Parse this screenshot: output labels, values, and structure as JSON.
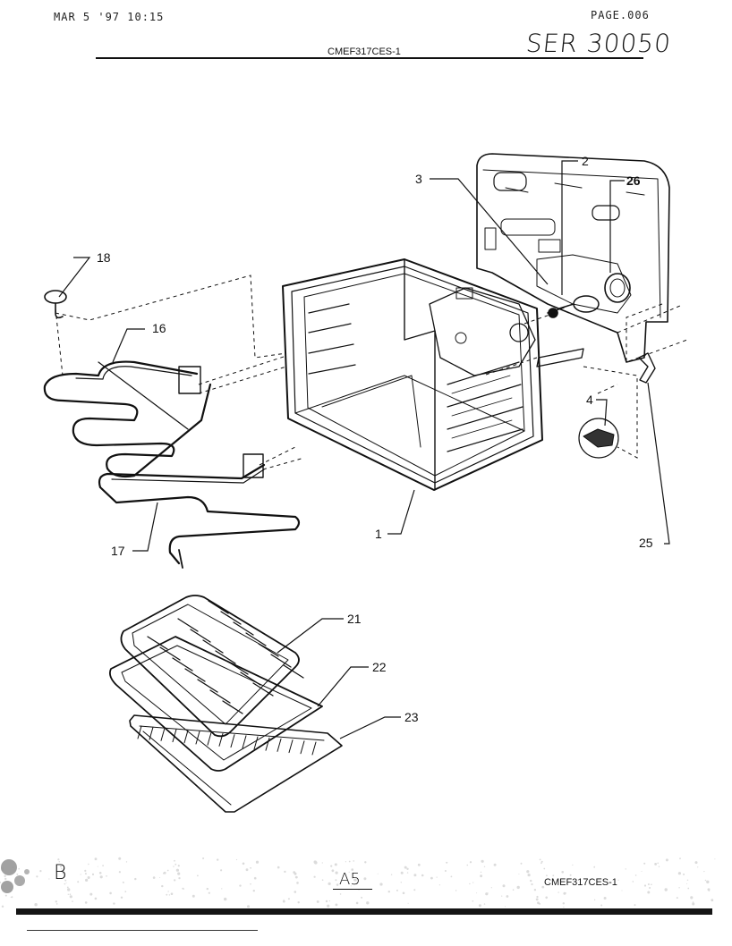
{
  "header": {
    "fax_stamp": "MAR  5 '97 10:15",
    "page": "PAGE.006",
    "model": "CMEF317CES-1",
    "handwritten_ref": "SER 30050"
  },
  "parts": [
    {
      "number": "1"
    },
    {
      "number": "2"
    },
    {
      "number": "3"
    },
    {
      "number": "4"
    },
    {
      "number": "16"
    },
    {
      "number": "17"
    },
    {
      "number": "18"
    },
    {
      "number": "21"
    },
    {
      "number": "22"
    },
    {
      "number": "23"
    },
    {
      "number": "25"
    },
    {
      "number": "26"
    }
  ],
  "footer": {
    "handwritten_left": "B",
    "handwritten_page": "A5",
    "model": "CMEF317CES-1"
  }
}
